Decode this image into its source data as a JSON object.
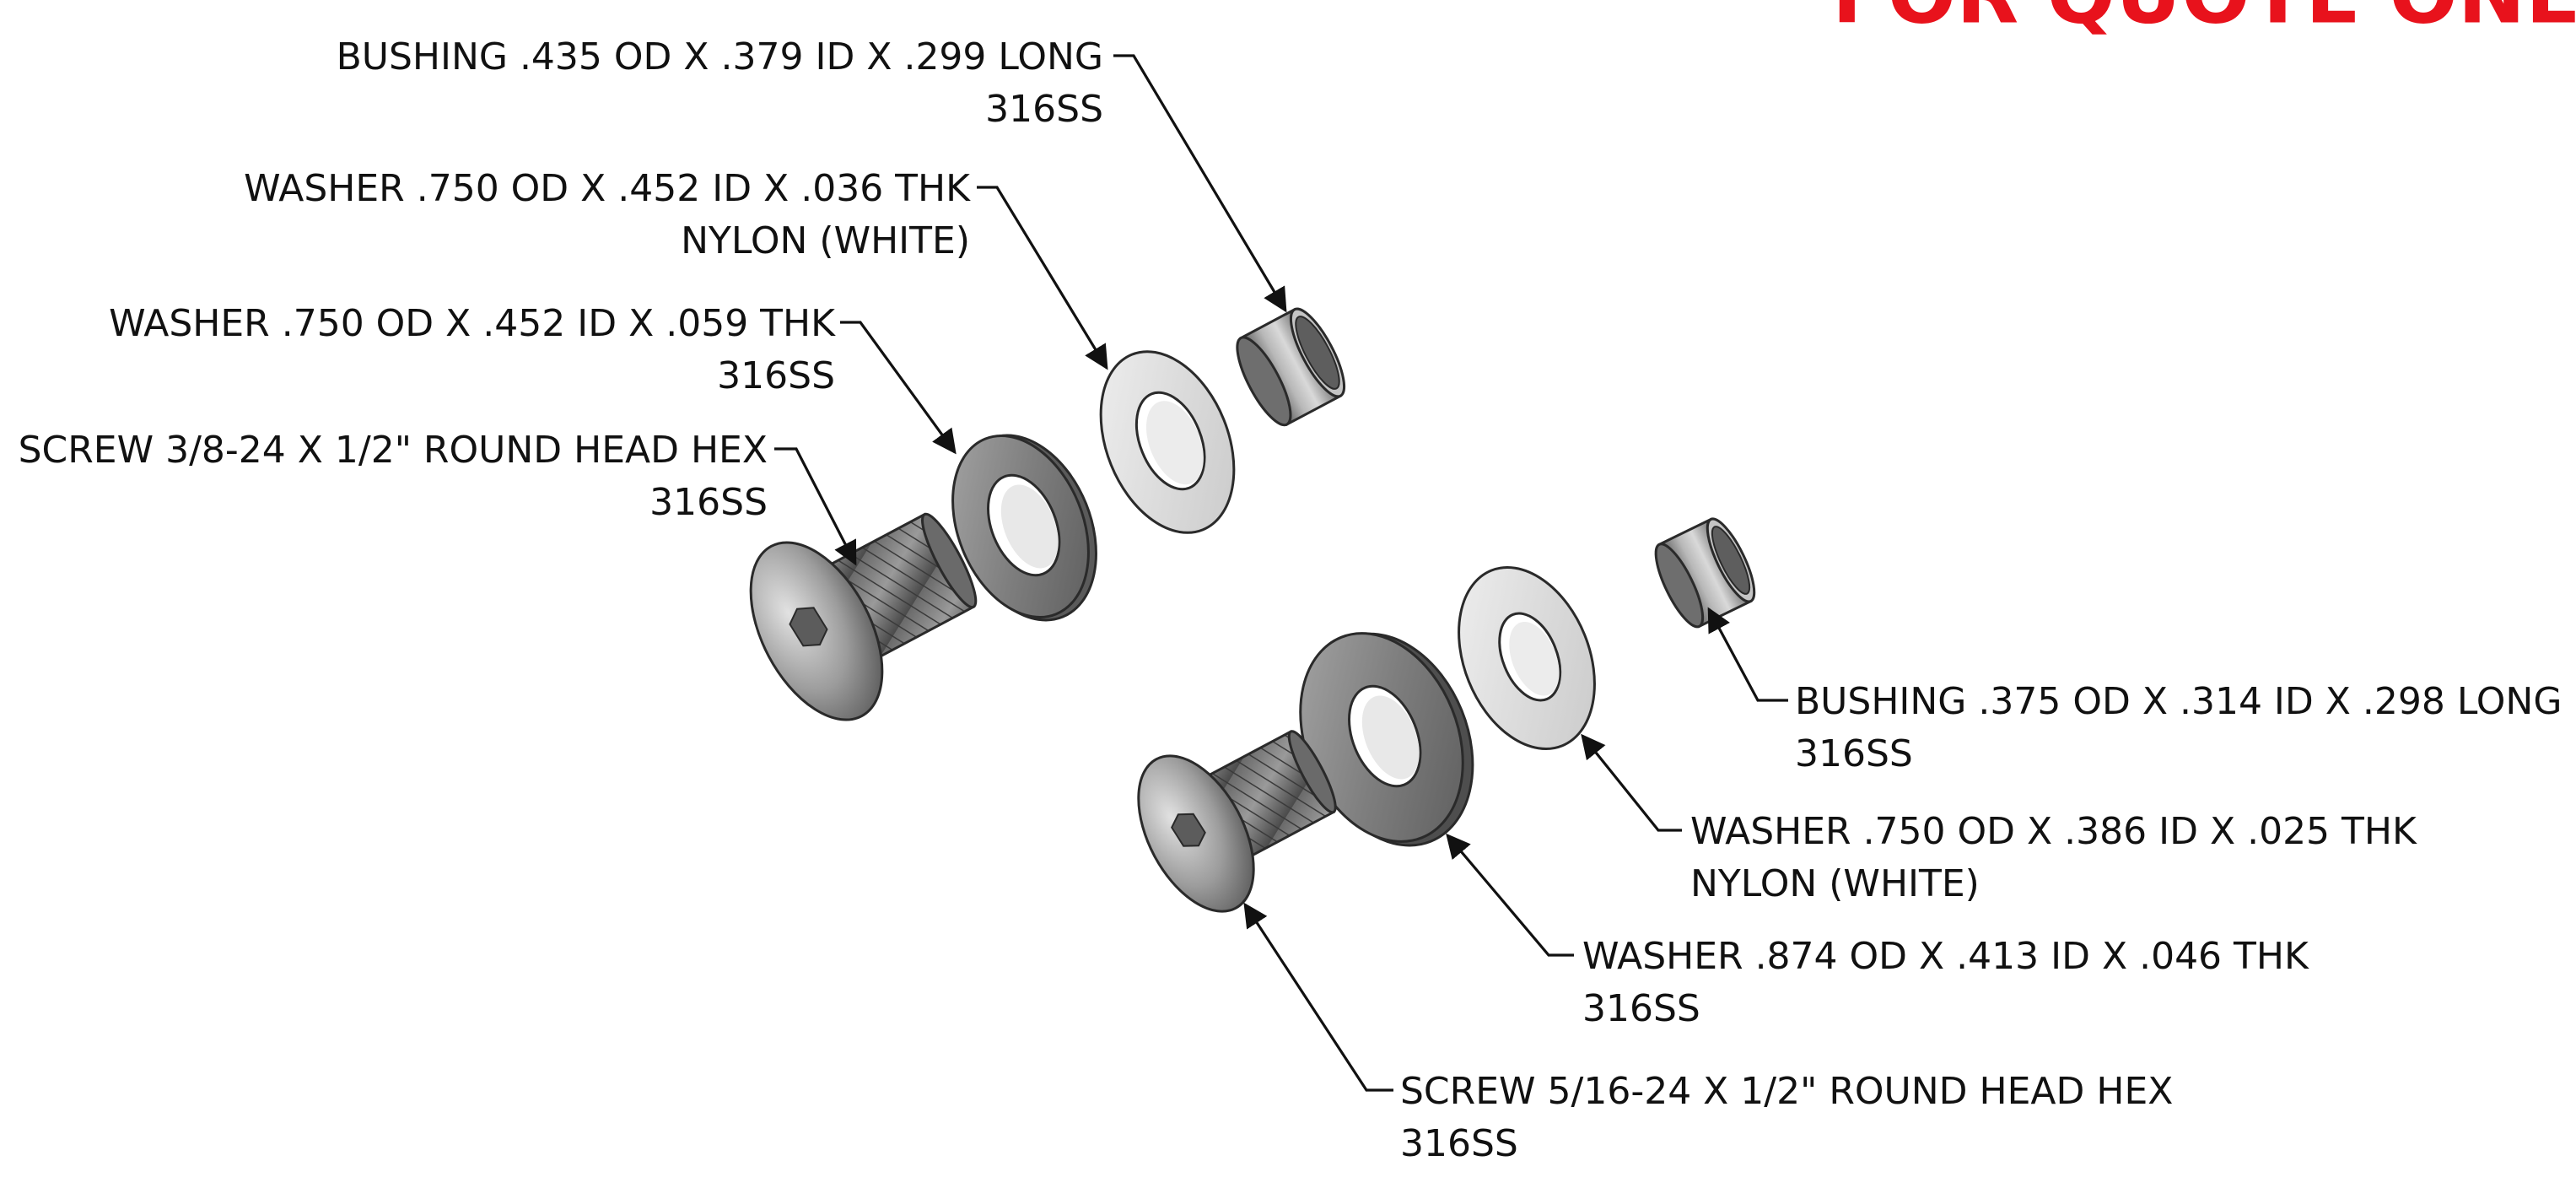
{
  "stamp": {
    "text": "FOR QUOTE ONLY",
    "color": "#e8121c"
  },
  "callouts": {
    "bushing_435": {
      "line1": "BUSHING .435 OD X .379 ID X .299 LONG",
      "line2": "316SS"
    },
    "washer_036": {
      "line1": "WASHER .750 OD X .452 ID X .036 THK",
      "line2": "NYLON (WHITE)"
    },
    "washer_059": {
      "line1": "WASHER .750 OD X .452 ID X .059 THK",
      "line2": "316SS"
    },
    "screw_38": {
      "line1": "SCREW 3/8-24 X 1/2\" ROUND HEAD HEX",
      "line2": "316SS"
    },
    "bushing_375": {
      "line1": "BUSHING .375 OD X .314 ID X .298 LONG",
      "line2": "316SS"
    },
    "washer_025": {
      "line1": "WASHER .750 OD X .386 ID X .025 THK",
      "line2": "NYLON (WHITE)"
    },
    "washer_046": {
      "line1": "WASHER .874 OD X .413 ID X .046 THK",
      "line2": "316SS"
    },
    "screw_516": {
      "line1": "SCREW 5/16-24 X 1/2\" ROUND HEAD HEX",
      "line2": "316SS"
    }
  },
  "parts": {
    "bushing_upper": {
      "icon": "bushing-icon",
      "material_color": "#9a9a9a"
    },
    "washer_nylon_upper": {
      "icon": "washer-icon",
      "material_color": "#dcdcdc"
    },
    "washer_ss_upper": {
      "icon": "washer-icon",
      "material_color": "#8a8a8a"
    },
    "screw_upper": {
      "icon": "button-head-screw-icon",
      "material_color": "#8c8c8c"
    },
    "bushing_lower": {
      "icon": "bushing-icon",
      "material_color": "#9a9a9a"
    },
    "washer_nylon_lower": {
      "icon": "washer-icon",
      "material_color": "#dcdcdc"
    },
    "washer_ss_lower": {
      "icon": "washer-icon",
      "material_color": "#7a7a7a"
    },
    "screw_lower": {
      "icon": "button-head-screw-icon",
      "material_color": "#8c8c8c"
    }
  }
}
